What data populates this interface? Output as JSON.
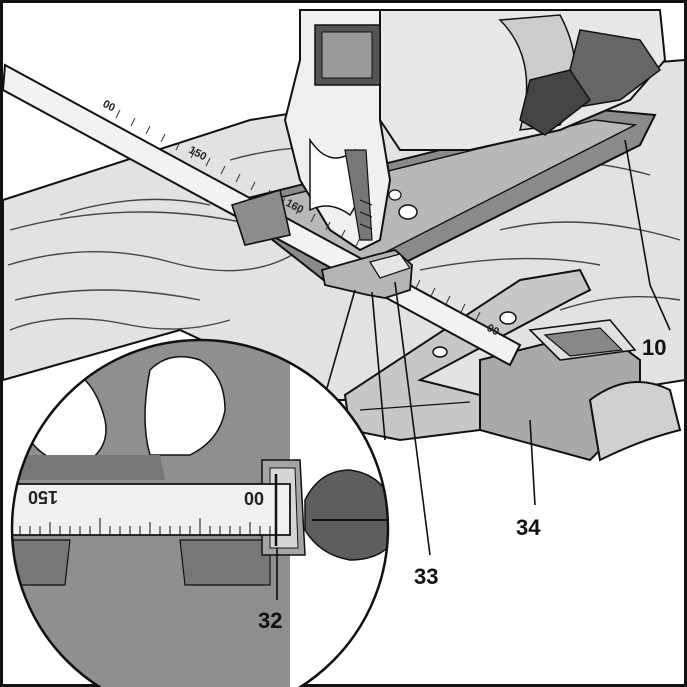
{
  "callouts": {
    "guide_parallel": "10",
    "scale_mark_32": "32",
    "guide_33": "33",
    "guide_34": "34"
  },
  "scale": {
    "detail_label_left": "150",
    "detail_label_right": "00",
    "ruler_marks": [
      "00",
      "150",
      "160",
      "00"
    ]
  },
  "colors": {
    "outline": "#111111",
    "wood": "#dcdcdc",
    "metal_dark": "#6e6e6e",
    "metal_mid": "#9a9a9a",
    "metal_light": "#c8c8c8",
    "ruler": "#eeeeee"
  }
}
